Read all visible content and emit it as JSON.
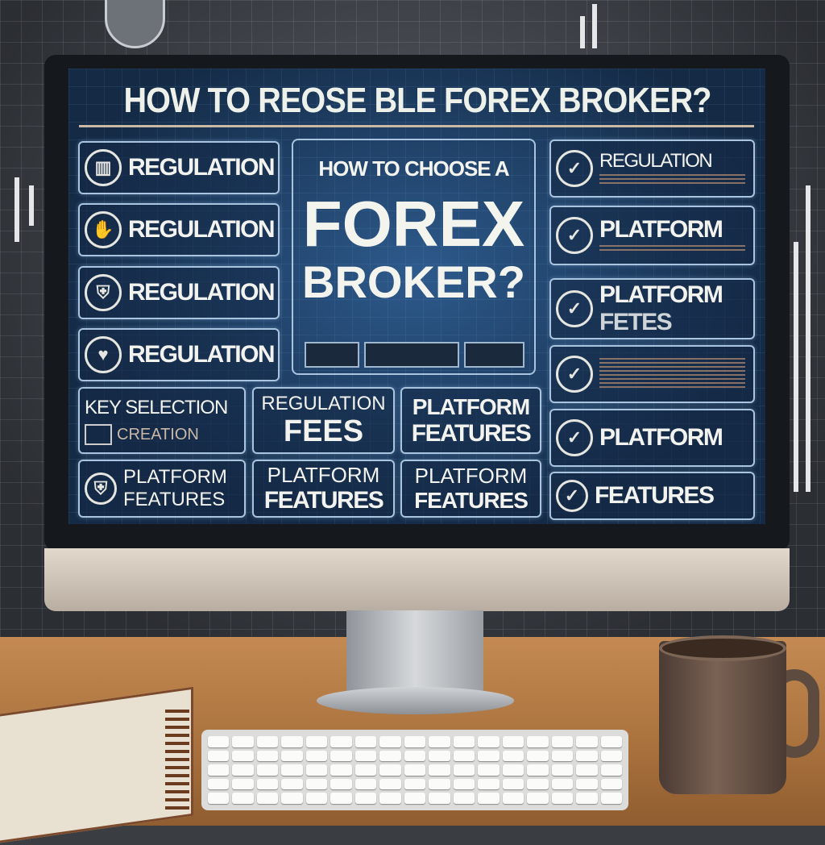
{
  "screen": {
    "title": "HOW TO REOSE BLE FOREX BROKER?",
    "center": {
      "line1": "HOW TO CHOOSE A",
      "line2": "FOREX",
      "line3": "BROKER?"
    },
    "left_items": [
      {
        "label": "REGULATION",
        "icon": "building-icon"
      },
      {
        "label": "REGULATION",
        "icon": "hand-icon"
      },
      {
        "label": "REGULATION",
        "icon": "shield-icon"
      },
      {
        "label": "REGULATION",
        "icon": "heart-icon"
      }
    ],
    "right_items": [
      {
        "label": "REGULATION",
        "icon": "check-icon"
      },
      {
        "label": "PLATFORM",
        "icon": "check-icon"
      },
      {
        "label": "PLATFORM",
        "sub": "FETES",
        "icon": "check-icon"
      },
      {
        "label": "",
        "icon": "check-icon"
      },
      {
        "label": "PLATFORM",
        "icon": "check-icon"
      },
      {
        "label": "FEATURES",
        "icon": "check-icon"
      }
    ],
    "bottom_row1": [
      {
        "line1": "KEY SELECTION",
        "line2": "CREATION"
      },
      {
        "line1": "REGULATION",
        "line2": "FEES"
      },
      {
        "line1": "PLATFORM",
        "line2": "FEATURES"
      }
    ],
    "bottom_row2": [
      {
        "line1": "PLATFORM",
        "line2": "FEATURES"
      },
      {
        "line1": "PLATFORM",
        "line2": "FEATURES"
      },
      {
        "line1": "PLATFORM",
        "line2": "FEATURES"
      }
    ]
  }
}
